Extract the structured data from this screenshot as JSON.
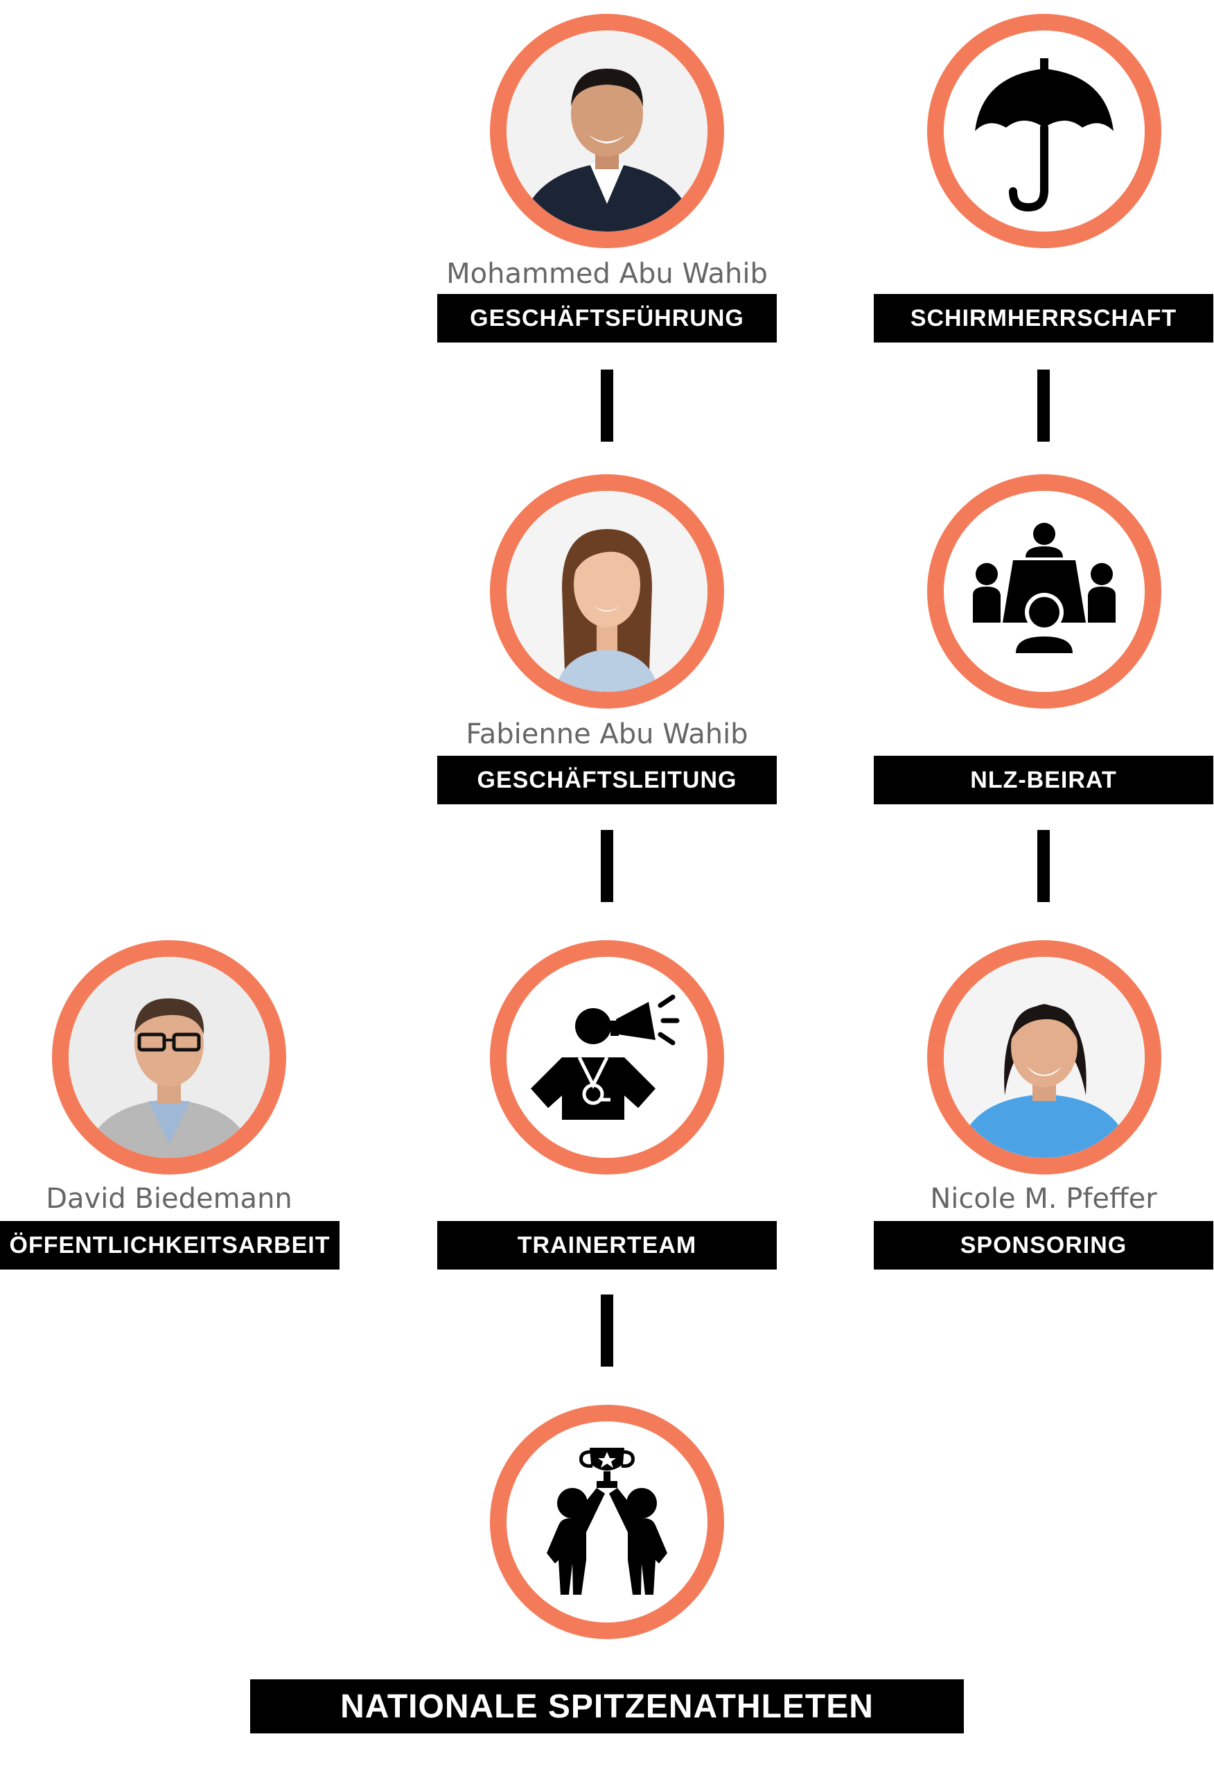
{
  "nodes": {
    "gf": {
      "name": "Mohammed Abu Wahib",
      "role": "GESCHÄFTSFÜHRUNG"
    },
    "schirm": {
      "role": "SCHIRMHERRSCHAFT",
      "icon": "umbrella-icon"
    },
    "gl": {
      "name": "Fabienne Abu Wahib",
      "role": "GESCHÄFTSLEITUNG"
    },
    "nlz": {
      "role": "NLZ-BEIRAT",
      "icon": "meeting-icon"
    },
    "oeff": {
      "name": "David Biedemann",
      "role": "ÖFFENTLICHKEITSARBEIT"
    },
    "trainer": {
      "role": "TRAINERTEAM",
      "icon": "coach-megaphone-icon"
    },
    "sponsor": {
      "name": "Nicole M. Pfeffer",
      "role": "SPONSORING"
    },
    "athleten": {
      "role": "NATIONALE SPITZENATHLETEN",
      "icon": "trophy-athletes-icon"
    }
  },
  "colors": {
    "ring": "#F47B5A",
    "label_bg": "#000000",
    "label_text": "#FFFFFF",
    "name_text": "#666666"
  }
}
